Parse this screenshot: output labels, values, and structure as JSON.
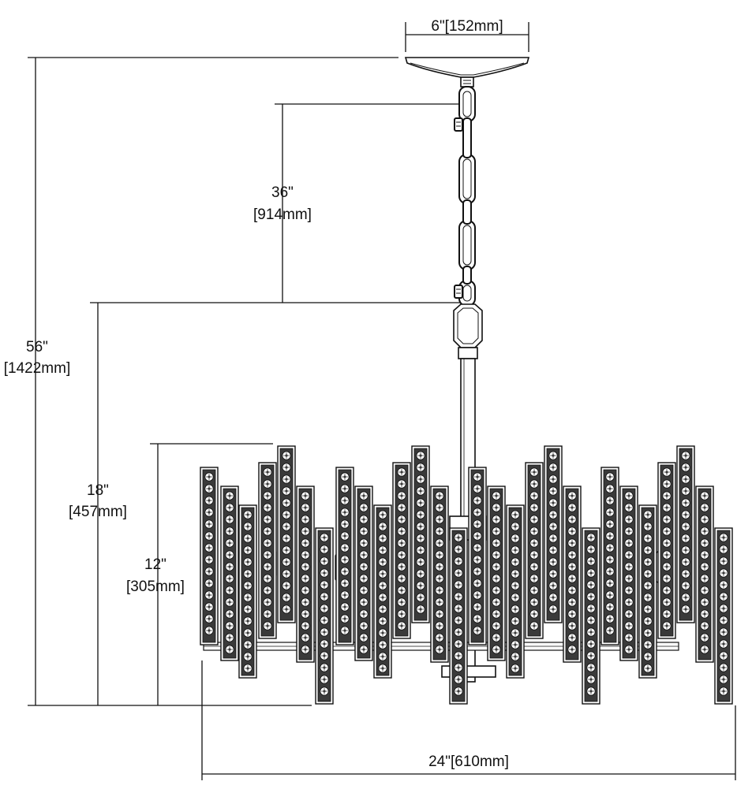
{
  "dimensions": {
    "canopy_width": {
      "label": "6\"[152mm]"
    },
    "chain_length": {
      "inches": "36\"",
      "mm": "[914mm]"
    },
    "overall_height": {
      "inches": "56\"",
      "mm": "[1422mm]"
    },
    "fixture_height": {
      "inches": "18\"",
      "mm": "[457mm]"
    },
    "shade_height": {
      "inches": "12\"",
      "mm": "[305mm]"
    },
    "fixture_width": {
      "label": "24\"[610mm]"
    }
  },
  "colors": {
    "line": "#111111",
    "crystal_fill": "#3a3a3a",
    "background": "#ffffff"
  }
}
